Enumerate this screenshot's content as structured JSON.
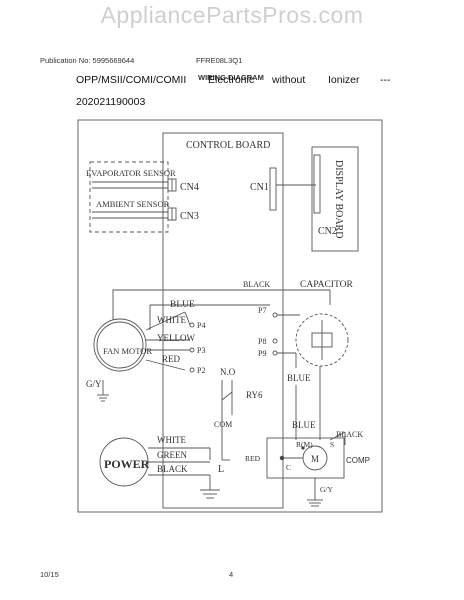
{
  "watermark": "AppliancePartsPros.com",
  "header": {
    "publication": "Publication No: 5995669644",
    "model": "FFRE08L3Q1",
    "section": "WIRING DIAGRAM"
  },
  "description": {
    "line1": [
      "OPP/MSII/COMI/COMII",
      "Electronic",
      "without",
      "Ionizer",
      "---"
    ],
    "line2": "202021190003"
  },
  "diagram": {
    "control_board": "CONTROL BOARD",
    "display_board": "DISPLAY BOARD",
    "evaporator_sensor": "EVAPORATOR SENSOR",
    "ambient_sensor": "AMBIENT SENSOR",
    "cn1": "CN1",
    "cn2": "CN2",
    "cn3": "CN3",
    "cn4": "CN4",
    "black_top": "BLACK",
    "capacitor": "CAPACITOR",
    "blue_top": "BLUE",
    "white_fan": "WHITE",
    "yellow": "YELLOW",
    "red_fan": "RED",
    "p2": "P2",
    "p3": "P3",
    "p4": "P4",
    "p7": "P7",
    "p8": "P8",
    "p9": "P9",
    "fan_motor": "FAN MOTOR",
    "gy_left": "G/Y",
    "no": "N.O",
    "ry6": "RY6",
    "com": "COM",
    "blue_cap": "BLUE",
    "blue_comp": "BLUE",
    "black_comp": "BLACK",
    "power": "POWER",
    "white_power": "WHITE",
    "green": "GREEN",
    "black_power": "BLACK",
    "l": "L",
    "red_comp": "RED",
    "rm": "R(M)",
    "c": "C",
    "s": "S",
    "m": "M",
    "comp": "COMP",
    "gy_comp": "G/Y"
  },
  "footer": {
    "date": "10/15",
    "page": "4"
  }
}
